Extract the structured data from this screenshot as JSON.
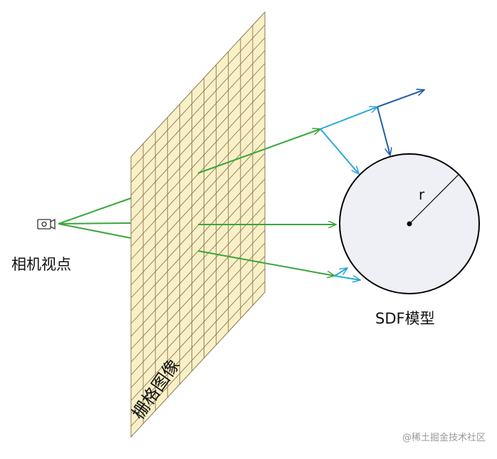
{
  "labels": {
    "camera": "相机视点",
    "raster": "栅格图像",
    "model": "SDF模型",
    "radius": "r"
  },
  "watermark": "@稀土掘金技术社区",
  "colors": {
    "grid_fill": "#faf0c8",
    "grid_line": "#8a7a50",
    "ray_green": "#3aa63a",
    "ray_light_blue": "#2aa8d8",
    "ray_dark_blue": "#2060a8",
    "sphere_fill": "#efeff6",
    "sphere_stroke": "#000000",
    "text": "#111111",
    "watermark": "#9a9a9a"
  },
  "icons": {
    "camera": "camera-icon"
  }
}
